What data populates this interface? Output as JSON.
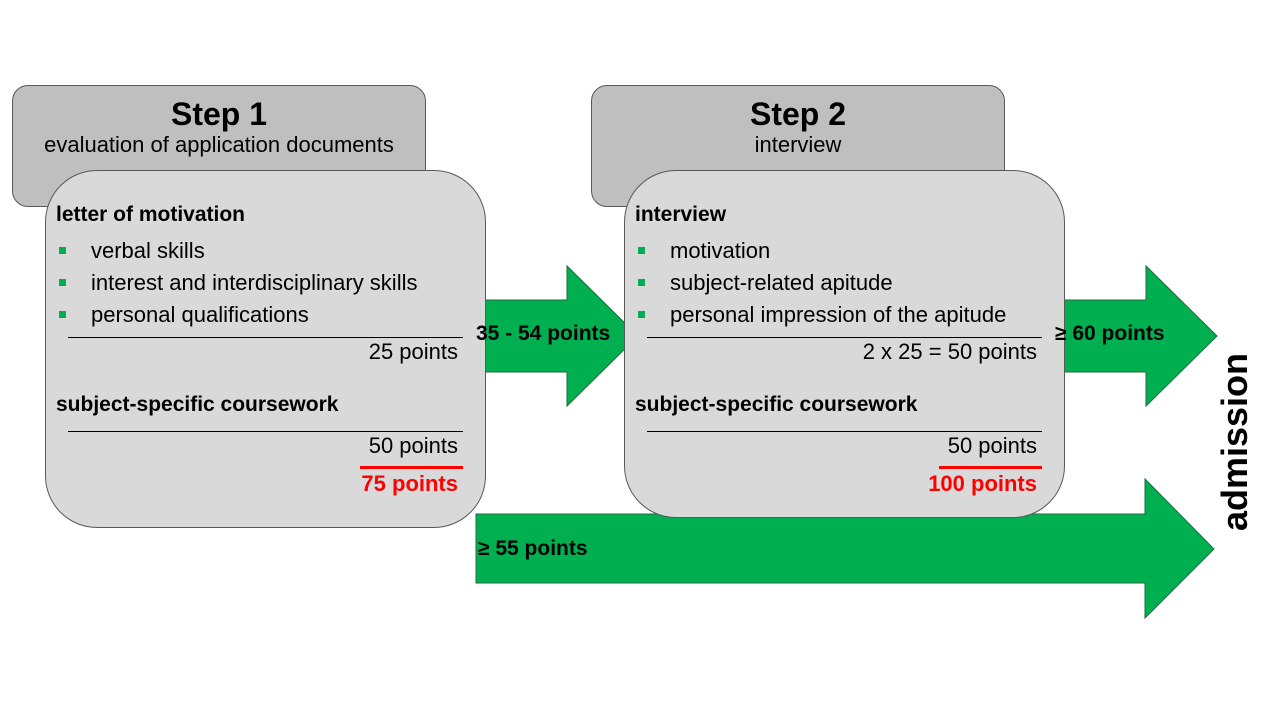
{
  "step1": {
    "title": "Step 1",
    "subtitle": "evaluation of application documents",
    "section1_heading": "letter of motivation",
    "items": [
      "verbal skills",
      "interest and interdisciplinary skills",
      "personal qualifications"
    ],
    "section1_points": "25 points",
    "section2_heading": "subject-specific coursework",
    "section2_points": "50 points",
    "total": "75 points"
  },
  "step2": {
    "title": "Step 2",
    "subtitle": "interview",
    "section1_heading": "interview",
    "items": [
      "motivation",
      "subject-related apitude",
      "personal impression of the apitude"
    ],
    "section1_points": "2 x 25 = 50 points",
    "section2_heading": "subject-specific coursework",
    "section2_points": "50 points",
    "total": "100 points"
  },
  "arrows": {
    "to_step2": "35 - 54 points",
    "step2_to_admission": "≥ 60 points",
    "step1_to_admission": "≥ 55 points"
  },
  "admission_label": "admission",
  "colors": {
    "arrow": "#00b050",
    "bullet": "#00b050",
    "total": "#ff0000",
    "tab": "#bfbfbf",
    "card": "#d9d9d9"
  }
}
